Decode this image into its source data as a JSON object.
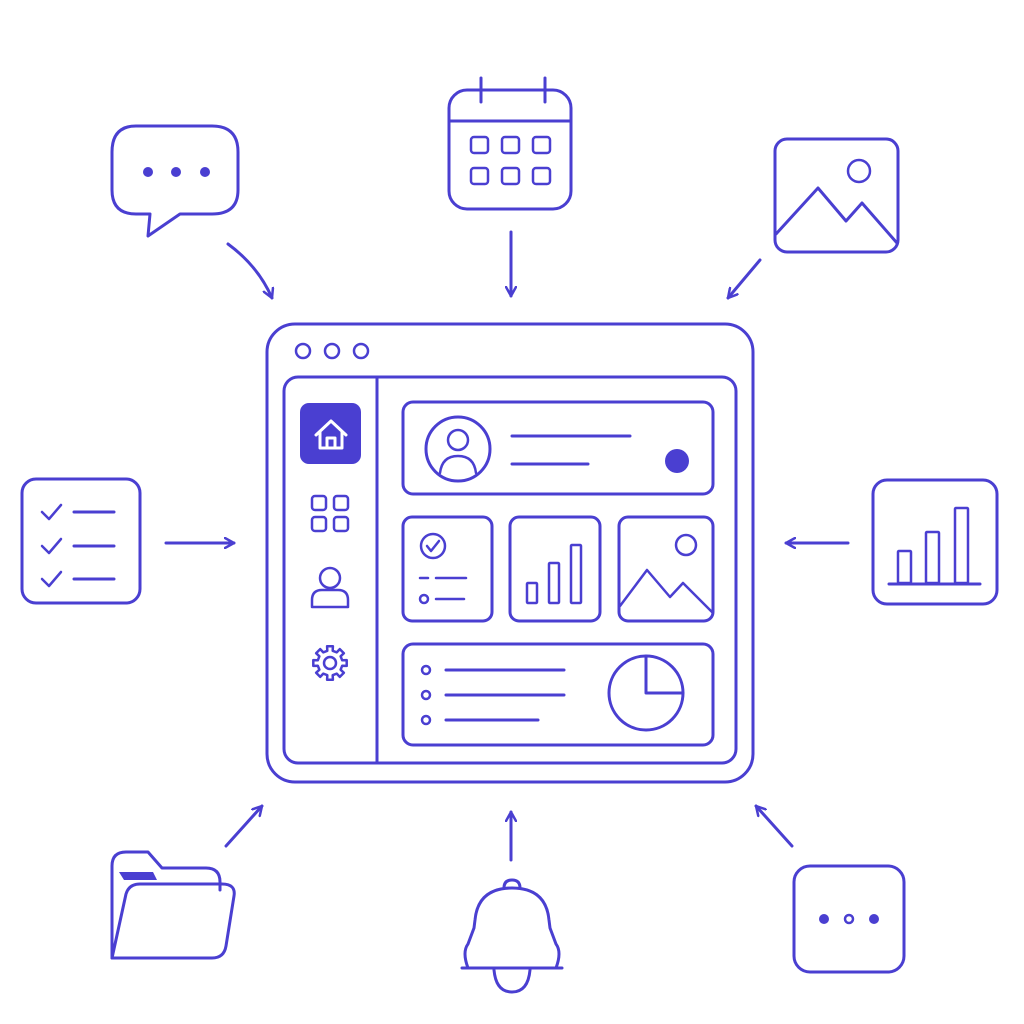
{
  "colors": {
    "accent": "#4a3fd1",
    "background": "#ffffff",
    "accent_fill": "#4a3fd1"
  },
  "hub": {
    "title_bar_dots": 3,
    "sidebar_items": [
      {
        "icon": "home-icon",
        "active": true
      },
      {
        "icon": "grid-icon",
        "active": false
      },
      {
        "icon": "user-icon",
        "active": false
      },
      {
        "icon": "gear-icon",
        "active": false
      }
    ],
    "cards": [
      {
        "icon": "user-avatar-icon"
      },
      {
        "icon": "checklist-icon"
      },
      {
        "icon": "bar-chart-icon"
      },
      {
        "icon": "image-icon"
      },
      {
        "icon": "pie-chart-icon"
      }
    ]
  },
  "satellites": [
    {
      "icon": "chat-bubble-icon",
      "position": "top-left"
    },
    {
      "icon": "calendar-icon",
      "position": "top"
    },
    {
      "icon": "image-icon",
      "position": "top-right"
    },
    {
      "icon": "checklist-icon",
      "position": "left"
    },
    {
      "icon": "bar-chart-icon",
      "position": "right"
    },
    {
      "icon": "folder-icon",
      "position": "bottom-left"
    },
    {
      "icon": "bell-icon",
      "position": "bottom"
    },
    {
      "icon": "more-options-icon",
      "position": "bottom-right"
    }
  ]
}
